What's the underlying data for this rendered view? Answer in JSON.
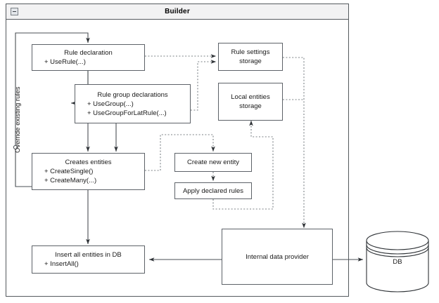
{
  "window": {
    "title": "Builder",
    "collapse_icon": "collapse-minus-icon"
  },
  "diagram": {
    "type": "flowchart",
    "nodes": [
      {
        "id": "rule-declaration",
        "title": "Rule declaration",
        "members": [
          "+ UseRule(...)"
        ]
      },
      {
        "id": "rule-group-declarations",
        "title": "Rule group declarations",
        "members": [
          "+ UseGroup(...)",
          "+ UseGroupForLatRule(...)"
        ]
      },
      {
        "id": "creates-entities",
        "title": "Creates entities",
        "members": [
          "+ CreateSingle()",
          "+ CreateMany(...)"
        ]
      },
      {
        "id": "insert-all-entities",
        "title": "Insert all entities in DB",
        "members": [
          "+ InsertAll()"
        ]
      },
      {
        "id": "rule-settings-storage",
        "title": "Rule settings",
        "members": [
          "storage"
        ]
      },
      {
        "id": "local-entities-storage",
        "title": "Local entities",
        "members": [
          "storage"
        ]
      },
      {
        "id": "create-new-entity",
        "title": "Create new entity",
        "members": []
      },
      {
        "id": "apply-declared-rules",
        "title": "Apply declared rules",
        "members": []
      },
      {
        "id": "internal-data-provider",
        "title": "Internal data provider",
        "members": []
      },
      {
        "id": "db",
        "title": "DB",
        "members": []
      }
    ],
    "edge_labels": {
      "override_existing_rules": "Override existing rules"
    }
  }
}
